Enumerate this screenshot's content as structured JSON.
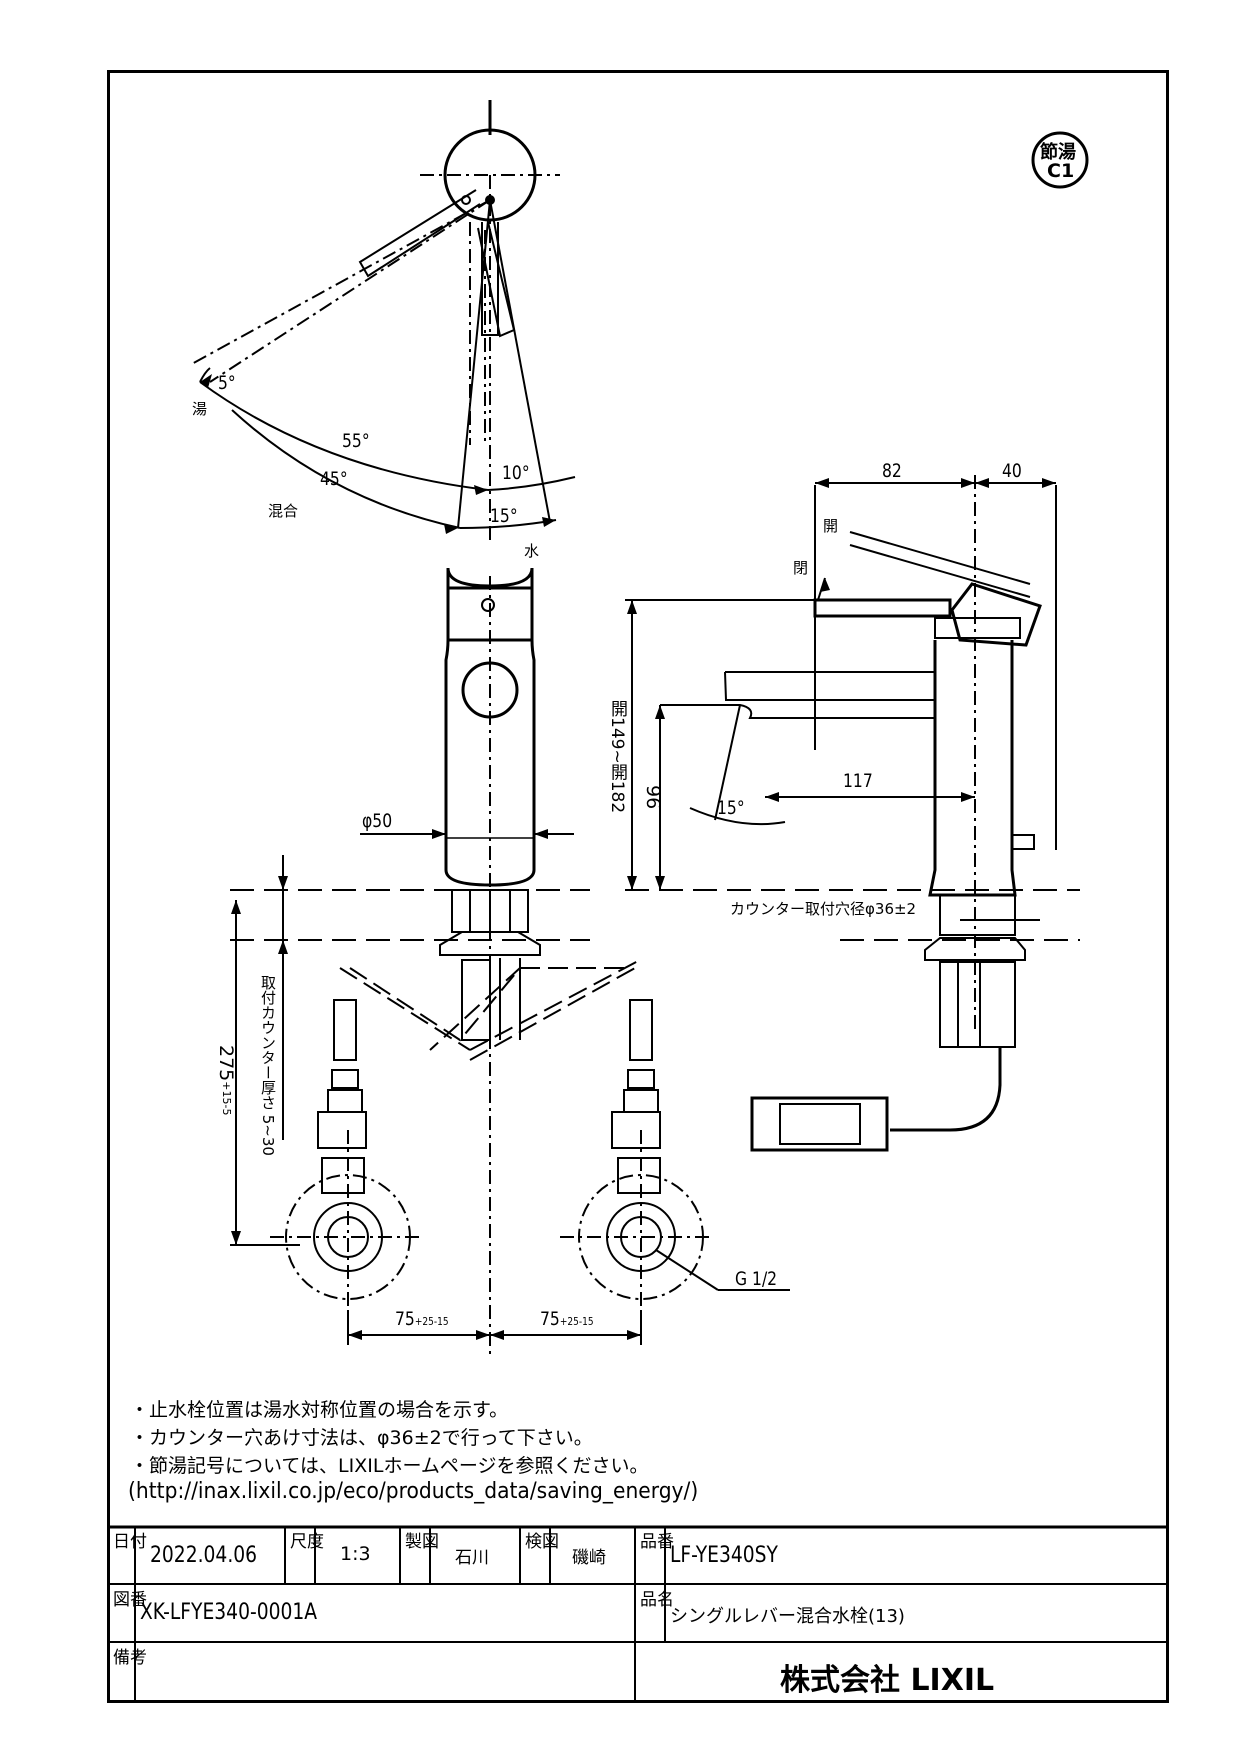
{
  "badge": {
    "line1": "節湯",
    "line2": "C1"
  },
  "top_view": {
    "angles": [
      "5°",
      "55°",
      "45°",
      "10°",
      "15°"
    ],
    "labels": {
      "hot": "湯",
      "mix": "混合",
      "cold": "水"
    }
  },
  "front_view": {
    "diameter": "φ50",
    "counter_thickness": "取付カウンター厚さ 5~30",
    "height": "275",
    "height_tol_plus": "+15",
    "height_tol_minus": "-5",
    "spacing": "75",
    "spacing_tol_plus": "+25",
    "spacing_tol_minus": "-15",
    "thread": "G 1/2"
  },
  "side_view": {
    "dim_82": "82",
    "dim_40": "40",
    "open_label": "開",
    "close_label": "閉",
    "height_range": "開149~開182",
    "spout_height": "96",
    "reach": "117",
    "angle": "15°",
    "hole": "カウンター取付穴径φ36±2"
  },
  "notes": [
    "・止水栓位置は湯水対称位置の場合を示す。",
    "・カウンター穴あけ寸法は、φ36±2で行って下さい。",
    "・節湯記号については、LIXILホームページを参照ください。",
    "(http://inax.lixil.co.jp/eco/products_data/saving_energy/)"
  ],
  "title_block": {
    "date_label": "日付",
    "date": "2022.04.06",
    "scale_label": "尺度",
    "scale": "1:3",
    "drawn_label": "製図",
    "drawn_by": "石川",
    "checked_label": "検図",
    "checked_by": "磯崎",
    "part_no_label": "品番",
    "part_no": "LF-YE340SY",
    "drawing_no_label": "図番",
    "drawing_no": "XK-LFYE340-0001A",
    "product_name_label": "品名",
    "product_name": "シングルレバー混合水栓(13)",
    "remarks_label": "備考",
    "company": "株式会社 LIXIL"
  }
}
